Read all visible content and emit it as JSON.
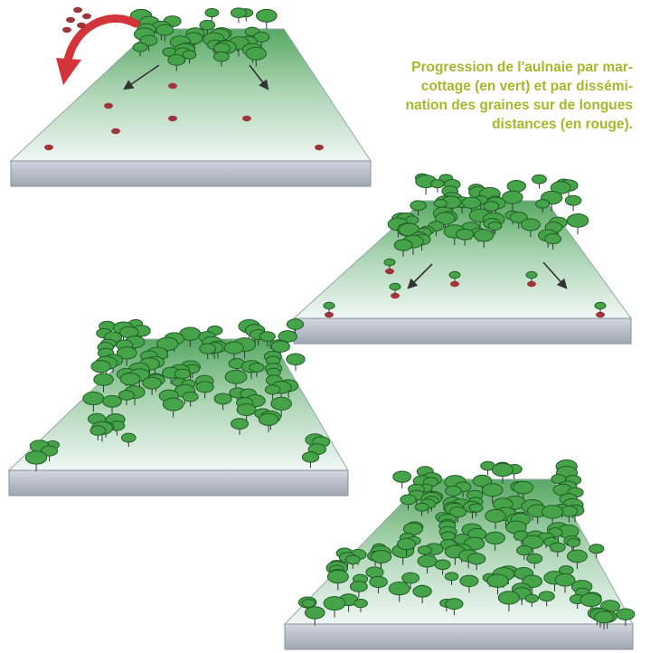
{
  "caption": {
    "lines": [
      "Progression de l'aulnaie par mar-",
      "cottage (en vert) et par dissémi-",
      "nation des graines sur de longues",
      "distances (en rouge)."
    ]
  },
  "colors": {
    "caption": "#a6b72a",
    "canopy_fill": "#46a34a",
    "canopy_stroke": "#1f5e25",
    "seed": "#a0363b",
    "seed_arrow": "#d2343a",
    "dispersal_arrow": "#333333",
    "slab_side": "#b5bcc6"
  },
  "panels": [
    {
      "stage": 1,
      "description": "colonisation begins: initial grove, airborne seeds, scattered seeds on slope"
    },
    {
      "stage": 2,
      "description": "expansion by layering, saplings sprouting from seeds"
    },
    {
      "stage": 3,
      "description": "dense stand with satellite groups"
    },
    {
      "stage": 4,
      "description": "alder stand covering the slope"
    }
  ]
}
